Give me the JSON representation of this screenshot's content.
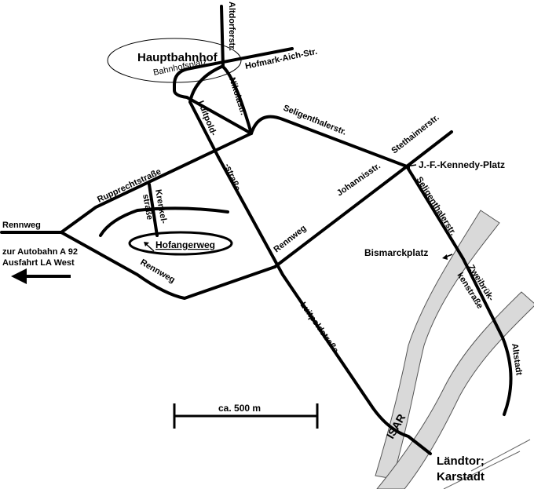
{
  "labels": {
    "hauptbahnhof": "Hauptbahnhof",
    "bahnhofsplatz": "Bahnhofsplatz",
    "altdorferstr": "Altdorferstr.",
    "hofmark_aich": "Hofmark-Aich-Str.",
    "nikolastr": "Nikolastr.",
    "luitpold": "Luitpold-",
    "strasse_suffix": "-straße",
    "seligenthaler_1": "Seligenthalerstr.",
    "stethaimerstr": "Stethaimerstr.",
    "kennedy_platz": "J.-F.-Kennedy-Platz",
    "rupprechtstrasse": "Rupprechtstraße",
    "krenkel": "Krenkel-",
    "krenkel_suffix": "straße",
    "johannisstr": "Johannisstr.",
    "seligenthaler_2": "Seligenthalerstr.",
    "rennweg_west": "Rennweg",
    "autobahn_1": "zur Autobahn A 92",
    "autobahn_2": "Ausfahrt LA West",
    "hofangerweg": "Hofangerweg",
    "rennweg_mid": "Rennweg",
    "bismarckplatz": "Bismarckplatz",
    "zweibrueck_1": "Zweibrük-",
    "zweibrueck_2": "kenstraße",
    "rennweg_south": "Rennweg",
    "luitpoldstrasse": "Luitpoldstraße",
    "altstadt": "Altstadt",
    "isar": "ISAR",
    "scale": "ca. 500 m",
    "laendtor": "Ländtor;",
    "karstadt": "Karstadt"
  },
  "colors": {
    "road": "#000000",
    "river_fill": "#d9d9d9",
    "river_stroke": "#555555"
  }
}
